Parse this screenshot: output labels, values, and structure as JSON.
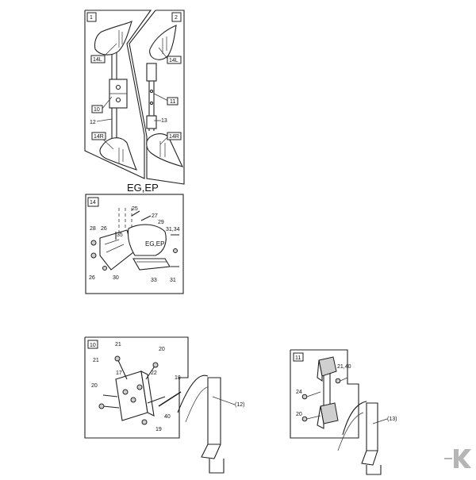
{
  "diagram": {
    "panel1": {
      "number": "1",
      "parts": [
        "14L",
        "10",
        "12",
        "14R"
      ]
    },
    "panel2": {
      "number": "2",
      "parts": [
        "14L",
        "11",
        "13",
        "14R"
      ]
    },
    "caption": "EG,EP",
    "panel14": {
      "number": "14",
      "plate_label": "EG,EP",
      "parts": [
        "25",
        "27",
        "29",
        "31,34",
        "28",
        "26",
        "35",
        "26",
        "30",
        "33",
        "31"
      ]
    },
    "panel10": {
      "number": "10",
      "parts": [
        "21",
        "20",
        "17",
        "22",
        "21",
        "18",
        "20",
        "40",
        "19"
      ],
      "ref": "(12)"
    },
    "panel11": {
      "number": "11",
      "parts": [
        "21,40",
        "24",
        "20"
      ],
      "ref": "(13)"
    }
  },
  "brand": {
    "logo_icon": "k-logo-icon",
    "color": "#b5b5b5"
  }
}
